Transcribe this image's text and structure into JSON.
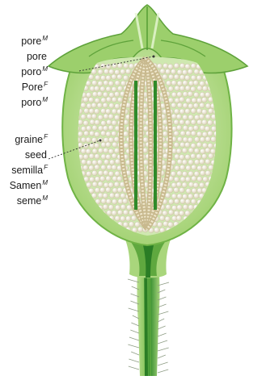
{
  "pore_terms": [
    {
      "word": "pore",
      "gender": "M"
    },
    {
      "word": "pore",
      "gender": ""
    },
    {
      "word": "poro",
      "gender": "M"
    },
    {
      "word": "Pore",
      "gender": "F"
    },
    {
      "word": "poro",
      "gender": "M"
    }
  ],
  "seed_terms": [
    {
      "word": "graine",
      "gender": "F"
    },
    {
      "word": "seed",
      "gender": ""
    },
    {
      "word": "semilla",
      "gender": "F"
    },
    {
      "word": "Samen",
      "gender": "M"
    },
    {
      "word": "seme",
      "gender": "M"
    }
  ],
  "colors": {
    "stem_light": "#b7dc8c",
    "stem_mid": "#7cc052",
    "stem_dark": "#2f8a2a",
    "seed": "#ece6cf",
    "seed_edge": "#c9c1a1",
    "partition": "#c8b98e",
    "leader": "#333333"
  },
  "icons": [
    "poppy-capsule-illustration"
  ]
}
